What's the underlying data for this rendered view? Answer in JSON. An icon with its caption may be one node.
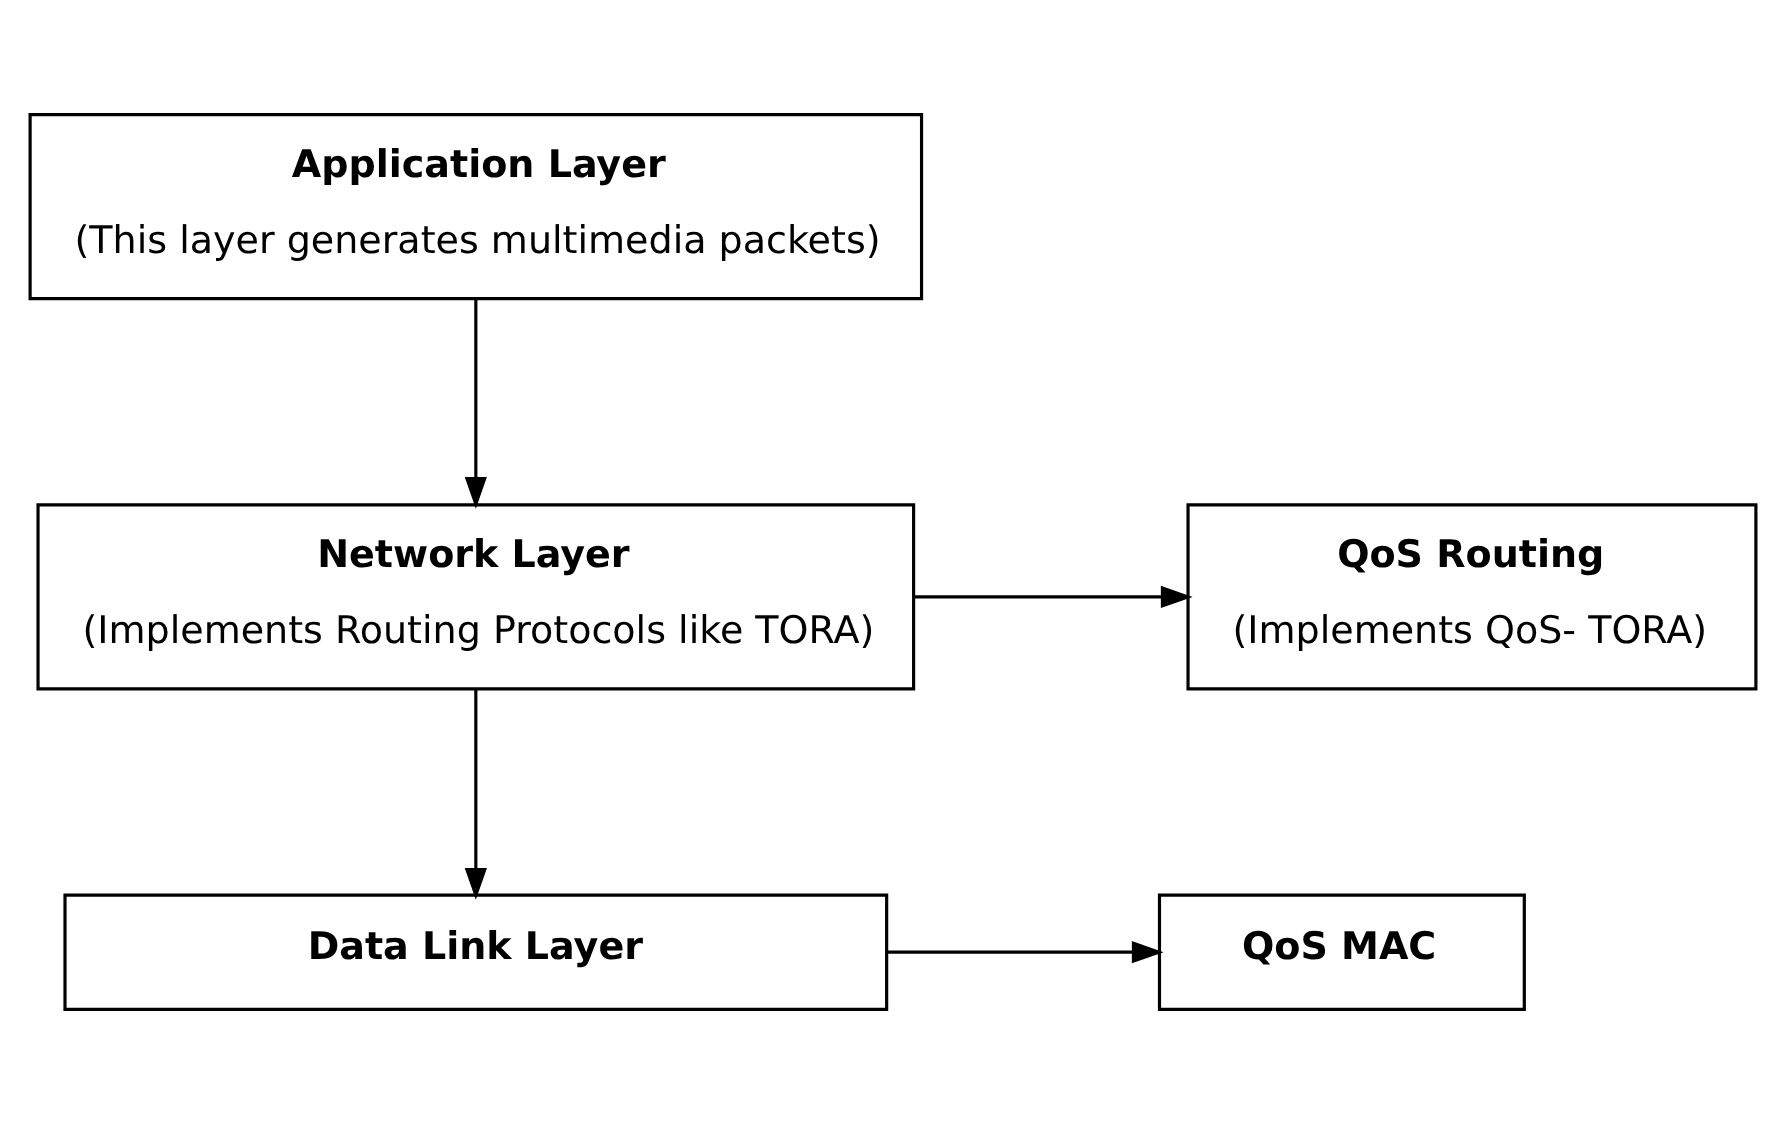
{
  "diagram": {
    "nodes": [
      {
        "text": [
          "Application Layer",
          "(This layer generates multimedia packets)"
        ]
      },
      {
        "text": [
          "Network Layer",
          "(Implements Routing Protocols like TORA)"
        ]
      },
      {
        "text": [
          "QoS Routing",
          "(Implements QoS- TORA)"
        ]
      },
      {
        "text": [
          "Data Link Layer"
        ]
      },
      {
        "text": [
          "QoS MAC"
        ]
      }
    ],
    "edges": [
      {
        "from": 0,
        "to": 1,
        "arrow": "to"
      },
      {
        "from": 1,
        "to": 2,
        "arrow": "to"
      },
      {
        "from": 1,
        "to": 3,
        "arrow": "to"
      },
      {
        "from": 3,
        "to": 4,
        "arrow": "to"
      }
    ]
  }
}
